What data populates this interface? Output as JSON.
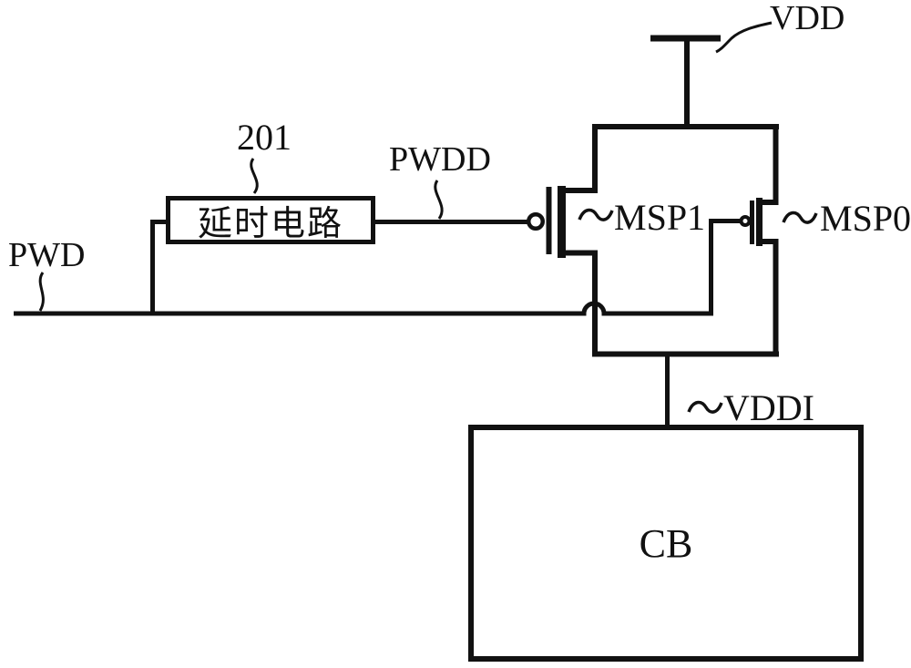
{
  "figure": {
    "type": "patent-circuit-schematic",
    "background_color": "#ffffff",
    "line_color": "#111111",
    "labels": {
      "pwd": "PWD",
      "ref_201": "201",
      "delay_box": "延时电路",
      "pwdd": "PWDD",
      "vdd": "VDD",
      "msp1": "MSP1",
      "msp0": "MSP0",
      "vddi": "VDDI",
      "cb": "CB"
    },
    "icons": {
      "tilde-leader": "∼",
      "pmos-bubble": "○",
      "wire-hop": "⌒"
    },
    "components": {
      "delay_circuit": "延时电路 (ref 201), input PWD, output PWDD",
      "transistor_msp1": "PMOS, gate PWDD, source VDD, drain VDDI",
      "transistor_msp0": "PMOS, gate PWD, source VDD, drain VDDI",
      "cb_block": "CB, powered by VDDI"
    }
  }
}
